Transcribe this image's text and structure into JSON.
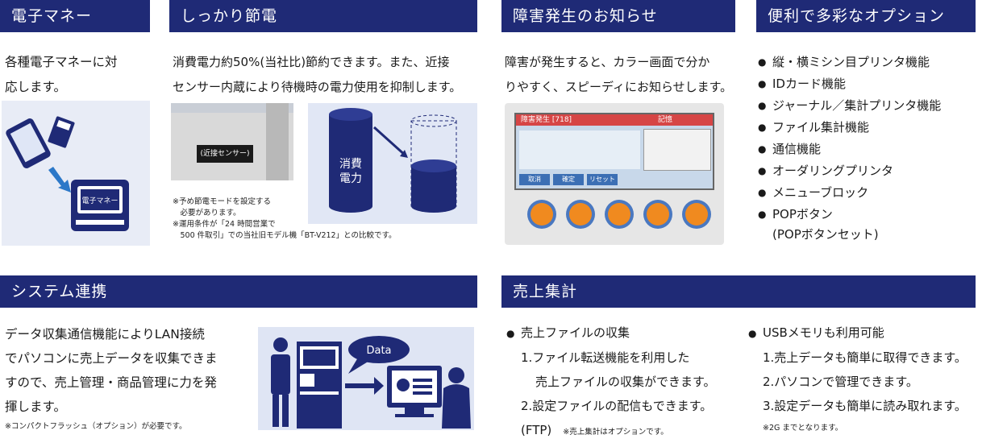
{
  "emoney": {
    "title": "電子マネー",
    "text": [
      "各種電子マネーに対",
      "応します。"
    ],
    "reader_label": "電子マネー"
  },
  "power": {
    "title": "しっかり節電",
    "text": [
      "消費電力約50%(当社比)節約できます。また、近接",
      "センサー内蔵により待機時の電力使用を抑制します。"
    ],
    "sensor_label": "(近接センサー)",
    "cylinder_label_1": "消費",
    "cylinder_label_2": "電力",
    "notes": [
      "※予め節電モードを設定する",
      "　必要があります。",
      "※運用条件が「24 時間営業で",
      "　500 件取引」での当社旧モデル機「BT-V212」との比較です。"
    ]
  },
  "fault": {
    "title": "障害発生のお知らせ",
    "text": [
      "障害が発生すると、カラー画面で分か",
      "りやすく、スピーディにお知らせします。"
    ],
    "screen_header": "障害発生 [718]",
    "screen_header_right": "記憶",
    "screen_buttons": [
      "取消",
      "確定",
      "リセット"
    ]
  },
  "options": {
    "title": "便利で多彩なオプション",
    "items": [
      "縦・横ミシン目プリンタ機能",
      "IDカード機能",
      "ジャーナル／集計プリンタ機能",
      "ファイル集計機能",
      "通信機能",
      "オーダリングプリンタ",
      "メニューブロック",
      "POPボタン"
    ],
    "last_item_sub": "(POPボタンセット)"
  },
  "system": {
    "title": "システム連携",
    "text": [
      "データ収集通信機能によりLAN接続",
      "でパソコンに売上データを収集できま",
      "すので、売上管理・商品管理に力を発",
      "揮します。"
    ],
    "note": "※コンパクトフラッシュ（オプション）が必要です。",
    "bubble_label": "Data"
  },
  "sales": {
    "title": "売上集計",
    "left_heading": "売上ファイルの収集",
    "left_items": [
      "1.ファイル転送機能を利用した",
      "売上ファイルの収集ができます。",
      "2.設定ファイルの配信もできます。",
      "(FTP)"
    ],
    "left_note": "※売上集計はオプションです。",
    "right_heading": "USBメモリも利用可能",
    "right_items": [
      "1.売上データも簡単に取得できます。",
      "2.パソコンで管理できます。",
      "3.設定データも簡単に読み取れます。"
    ],
    "right_note": "※2G までとなります。"
  }
}
